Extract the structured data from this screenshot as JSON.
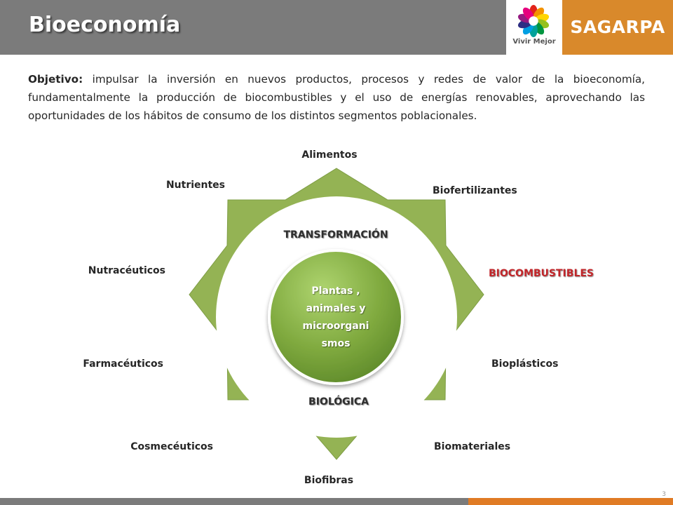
{
  "header": {
    "title": "Bioeconomía",
    "logo_vivir_caption": "Vivir Mejor",
    "logo_sagarpa_text": "SAGARPA"
  },
  "objective": {
    "label": "Objetivo:",
    "text": " impulsar la inversión en nuevos productos, procesos y redes de valor de la bioeconomía, fundamentalmente la producción de biocombustibles y el uso de energías renovables, aprovechando las oportunidades de los hábitos de consumo de los distintos segmentos poblacionales."
  },
  "diagram": {
    "ring_top_label": "TRANSFORMACIÓN",
    "ring_bottom_label": "BIOLÓGICA",
    "center_lines": [
      "Plantas ,",
      "animales y",
      "microorgani",
      "smos"
    ],
    "outputs": {
      "alimentos": "Alimentos",
      "biofertilizantes": "Biofertilizantes",
      "biocombustibles": "BIOCOMBUSTIBLES",
      "bioplasticos": "Bioplásticos",
      "biomateriales": "Biomateriales",
      "biofibras": "Biofibras",
      "cosmeceuticos": "Cosmecéuticos",
      "farmaceuticos": "Farmacéuticos",
      "nutraceuticos": "Nutracéuticos",
      "nutrientes": "Nutrientes"
    },
    "colors": {
      "star": "#94b354",
      "center_light": "#a9cf6a",
      "center_dark": "#5e8a2a",
      "highlight": "#c0282c"
    }
  },
  "footer": {
    "page_number": "3"
  },
  "colors": {
    "header_bg": "#7b7b7b",
    "brand_orange": "#d9892b",
    "footer_orange": "#e07b24"
  }
}
